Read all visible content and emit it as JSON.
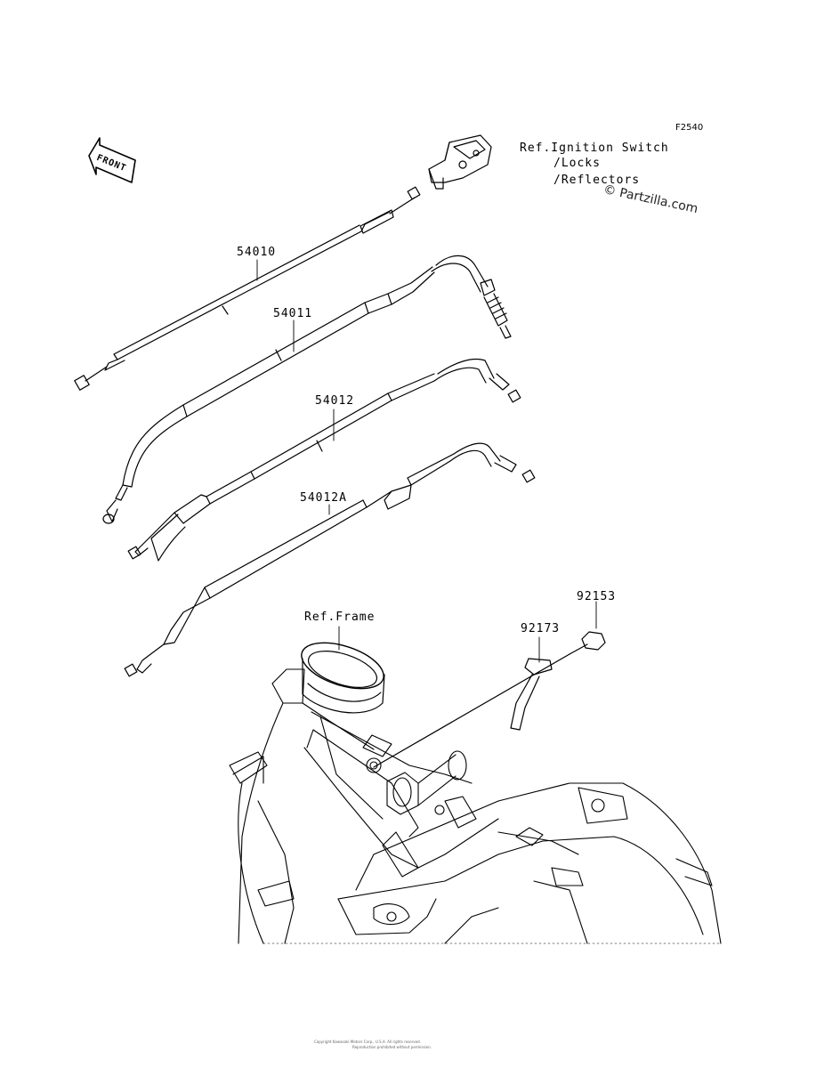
{
  "figure_code": "F2540",
  "reference": {
    "line1": "Ref.Ignition Switch",
    "line2": "/Locks",
    "line3": "/Reflectors"
  },
  "watermark": "© Partzilla.com",
  "front_label": "FRONT",
  "parts": {
    "p1": "54010",
    "p2": "54011",
    "p3": "54012",
    "p4": "54012A",
    "p5": "92153",
    "p6": "92173"
  },
  "frame_ref": "Ref.Frame",
  "footer": {
    "line1": "Copyright Kawasaki Motors Corp., U.S.A. All rights reserved.",
    "line2": "Reproduction prohibited without permission."
  }
}
